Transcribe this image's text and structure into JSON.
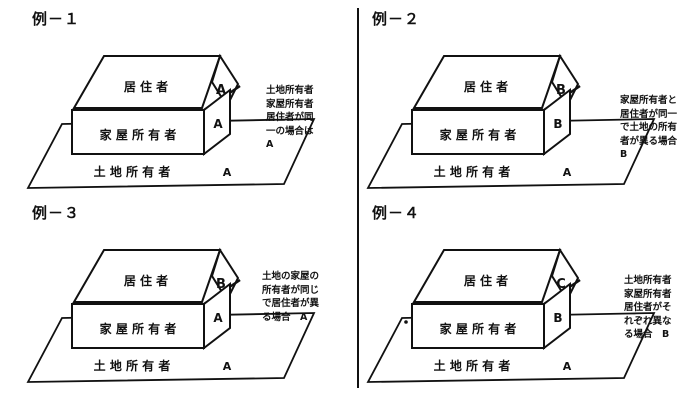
{
  "examples": [
    {
      "title": "例－１",
      "roof_label": "居 住 者",
      "gable_label": "A",
      "wall_label": "家 屋 所 有 者",
      "side_label": "A",
      "ground_label": "土 地 所 有 者",
      "ground_mark": "A",
      "note_lines": [
        "土地所有者",
        "家屋所有者",
        "居住者が同",
        "一の場合は",
        "A"
      ]
    },
    {
      "title": "例－２",
      "roof_label": "居 住 者",
      "gable_label": "B",
      "wall_label": "家 屋 所 有 者",
      "side_label": "B",
      "ground_label": "土 地 所 有 者",
      "ground_mark": "A",
      "note_lines": [
        "家屋所有者と",
        "居住者が同一",
        "で土地の所有",
        "者が異る場合",
        "B"
      ]
    },
    {
      "title": "例－３",
      "roof_label": "居 住 者",
      "gable_label": "B",
      "wall_label": "家 屋 所 有 者",
      "side_label": "A",
      "ground_label": "土 地 所 有 者",
      "ground_mark": "A",
      "note_lines": [
        "土地の家屋の",
        "所有者が同じ",
        "で居住者が異",
        "る場合　A"
      ]
    },
    {
      "title": "例－４",
      "roof_label": "居 住 者",
      "gable_label": "C",
      "wall_label": "家 屋 所 有 者",
      "side_label": "B",
      "ground_label": "土 地 所 有 者",
      "ground_mark": "A",
      "note_lines": [
        "土地所有者",
        "家屋所有者",
        "居住者がそ",
        "れぞれ異な",
        "る場合　B"
      ]
    }
  ]
}
